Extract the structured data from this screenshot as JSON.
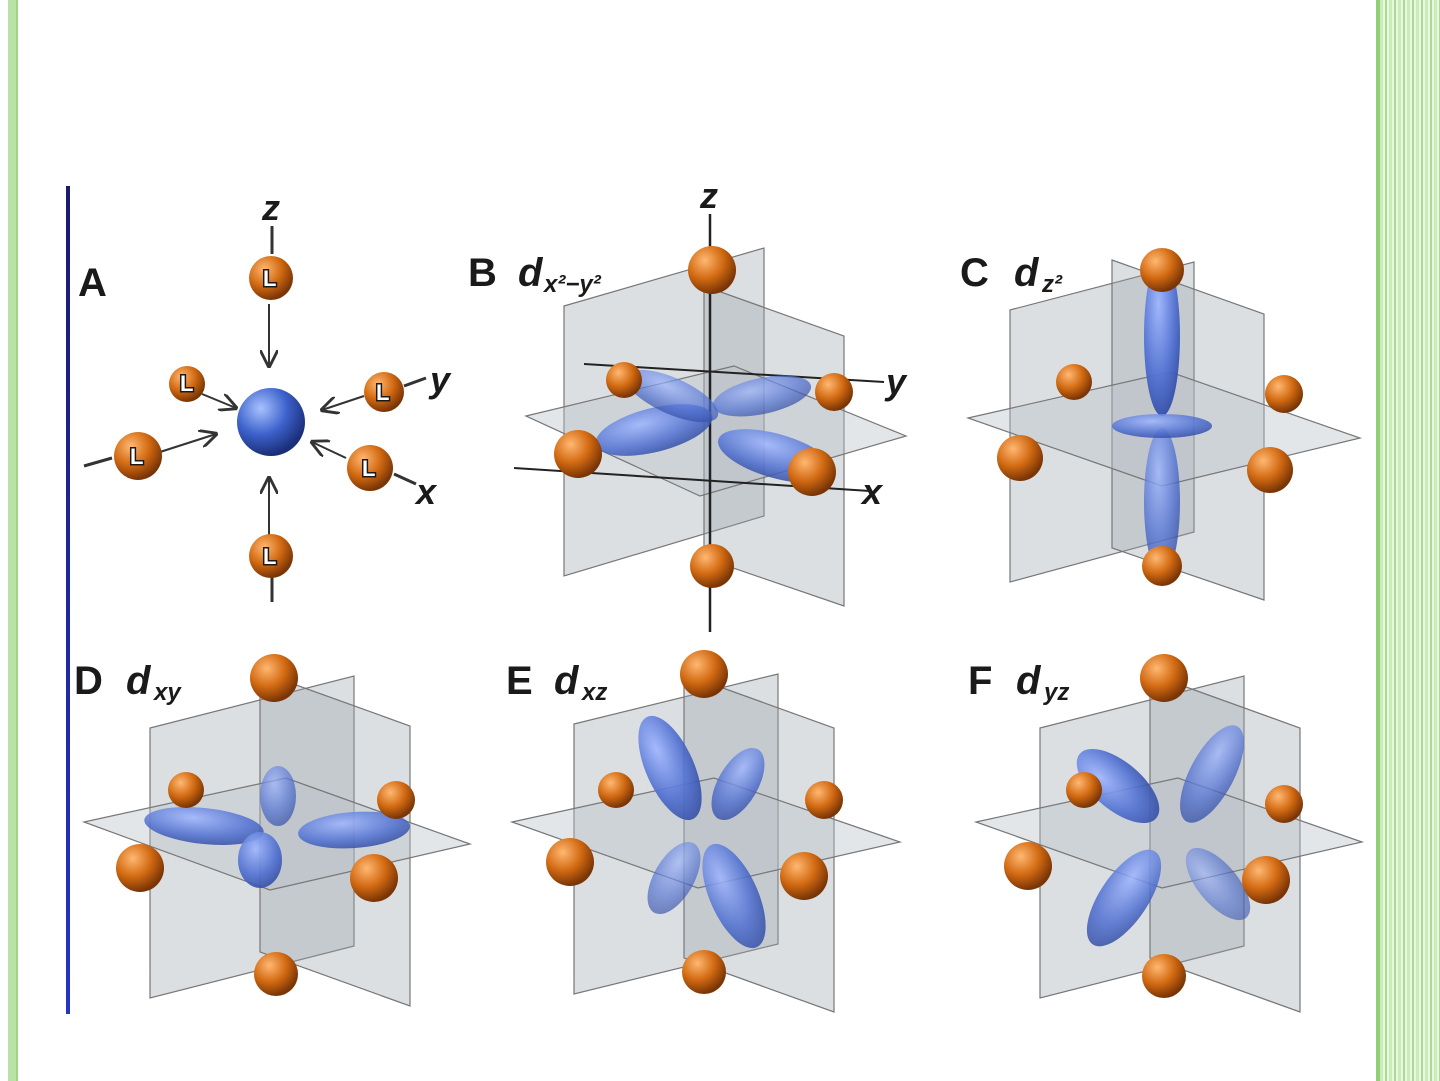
{
  "panels": {
    "A": {
      "label": "A",
      "axis_z": "z",
      "axis_y": "y",
      "axis_x": "x",
      "ligand": "L"
    },
    "B": {
      "label": "B",
      "orbital_main": "d",
      "orbital_sub": "x²−y²",
      "axis_z": "z",
      "axis_y": "y",
      "axis_x": "x"
    },
    "C": {
      "label": "C",
      "orbital_main": "d",
      "orbital_sub": "z²"
    },
    "D": {
      "label": "D",
      "orbital_main": "d",
      "orbital_sub": "xy"
    },
    "E": {
      "label": "E",
      "orbital_main": "d",
      "orbital_sub": "xz"
    },
    "F": {
      "label": "F",
      "orbital_main": "d",
      "orbital_sub": "yz"
    }
  },
  "colors": {
    "lobe": "#4f6fd0",
    "ligand": "#d26a12",
    "plane": "#9aa3ab",
    "accent": "#2434c8",
    "frame": "#a9dc92"
  }
}
